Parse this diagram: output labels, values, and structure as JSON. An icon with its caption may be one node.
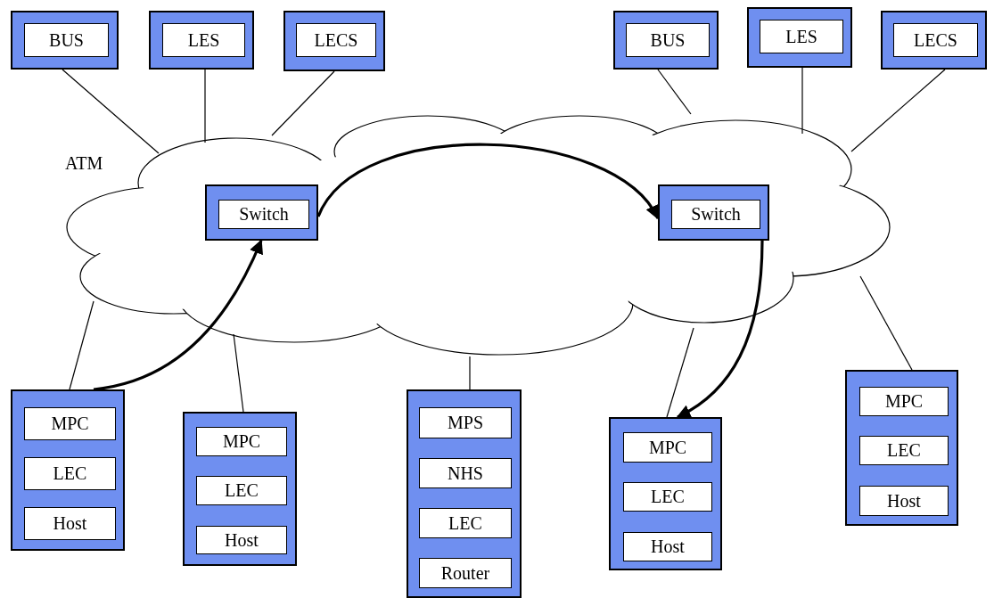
{
  "diagram": {
    "nodes": [
      {
        "text": [
          "ATM"
        ]
      },
      {
        "text": [],
        "shape": "box"
      },
      {
        "text": [
          "BUS"
        ],
        "in": 1
      },
      {
        "text": [],
        "shape": "box"
      },
      {
        "text": [
          "LES"
        ],
        "in": 3
      },
      {
        "text": [],
        "shape": "box"
      },
      {
        "text": [
          "LECS"
        ],
        "in": 5
      },
      {
        "text": [],
        "shape": "box"
      },
      {
        "text": [
          "BUS"
        ],
        "in": 7
      },
      {
        "text": [],
        "shape": "box"
      },
      {
        "text": [
          "LES"
        ],
        "in": 9
      },
      {
        "text": [],
        "shape": "box"
      },
      {
        "text": [
          "LECS"
        ],
        "in": 11
      },
      {
        "text": [],
        "shape": "box",
        "in": 0
      },
      {
        "text": [
          "Switch"
        ],
        "in": 13
      },
      {
        "text": [],
        "shape": "box",
        "in": 0
      },
      {
        "text": [
          "Switch"
        ],
        "in": 15
      },
      {
        "text": [],
        "shape": "box"
      },
      {
        "text": [
          "MPC"
        ],
        "in": 17
      },
      {
        "text": [
          "LEC"
        ],
        "in": 17
      },
      {
        "text": [
          "Host"
        ],
        "in": 17
      },
      {
        "text": [],
        "shape": "box"
      },
      {
        "text": [
          "MPC"
        ],
        "in": 21
      },
      {
        "text": [
          "LEC"
        ],
        "in": 21
      },
      {
        "text": [
          "Host"
        ],
        "in": 21
      },
      {
        "text": [],
        "shape": "box"
      },
      {
        "text": [
          "MPS"
        ],
        "in": 25
      },
      {
        "text": [
          "NHS"
        ],
        "in": 25
      },
      {
        "text": [
          "LEC"
        ],
        "in": 25
      },
      {
        "text": [
          "Router"
        ],
        "in": 25
      },
      {
        "text": [],
        "shape": "box"
      },
      {
        "text": [
          "MPC"
        ],
        "in": 30
      },
      {
        "text": [
          "LEC"
        ],
        "in": 30
      },
      {
        "text": [
          "Host"
        ],
        "in": 30
      },
      {
        "text": [],
        "shape": "box"
      },
      {
        "text": [
          "MPC"
        ],
        "in": 34
      },
      {
        "text": [
          "LEC"
        ],
        "in": 34
      },
      {
        "text": [
          "Host"
        ],
        "in": 34
      }
    ],
    "edges": [
      {
        "from": 1,
        "to": 0,
        "arrow": "none"
      },
      {
        "from": 3,
        "to": 0,
        "arrow": "none"
      },
      {
        "from": 5,
        "to": 0,
        "arrow": "none"
      },
      {
        "from": 7,
        "to": 0,
        "arrow": "none"
      },
      {
        "from": 9,
        "to": 0,
        "arrow": "none"
      },
      {
        "from": 11,
        "to": 0,
        "arrow": "none"
      },
      {
        "from": 17,
        "to": 0,
        "arrow": "none"
      },
      {
        "from": 21,
        "to": 0,
        "arrow": "none"
      },
      {
        "from": 25,
        "to": 0,
        "arrow": "none"
      },
      {
        "from": 30,
        "to": 0,
        "arrow": "none"
      },
      {
        "from": 34,
        "to": 0,
        "arrow": "none"
      },
      {
        "from": 17,
        "to": 13,
        "arrow": "to",
        "style": "thick"
      },
      {
        "from": 13,
        "to": 15,
        "arrow": "to",
        "style": "thick"
      },
      {
        "from": 15,
        "to": 30,
        "arrow": "to",
        "style": "thick"
      }
    ]
  }
}
